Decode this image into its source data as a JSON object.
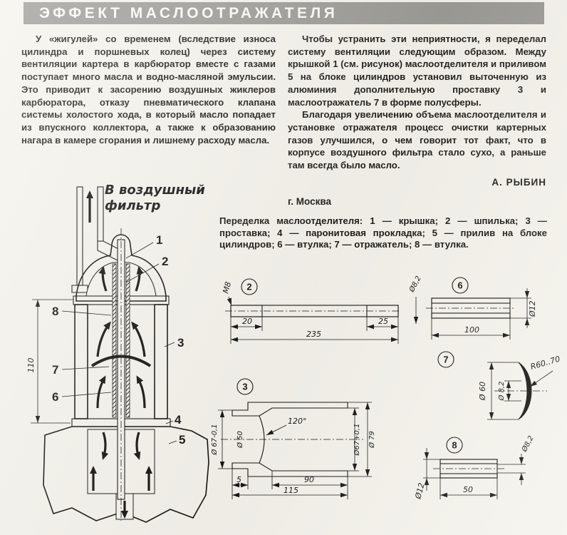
{
  "page": {
    "title": "ЭФФЕКТ МАСЛООТРАЖАТЕЛЯ"
  },
  "article": {
    "left_column": {
      "p1": "У «жигулей» со временем (вследствие износа цилиндра и поршневых колец) через систему вентиляции картера в карбюратор вместе с газами поступает много масла и водно-масляной эмульсии. Это приводит к засорению воздушных жиклеров карбюратора, отказу пневматического клапана системы холостого хода, в который масло попадает из впускного коллектора, а также к образованию нагара в камере сгорания и лишнему расходу масла."
    },
    "right_column": {
      "p1": "Чтобы устранить эти неприятности, я переделал систему вентиляции следующим образом. Между крышкой 1 (см. рисунок) маслоотделителя и приливом 5 на блоке цилиндров установил выточенную из алюминия дополнительную проставку 3 и маслоотражатель 7 в форме полусферы.",
      "p2": "Благодаря увеличению объема маслоотделителя и установке отражателя процесс очистки картерных газов улучшился, о чем говорит тот факт, что в корпусе воздушного фильтра стало сухо, а раньше там всегда было масло.",
      "author": "А. РЫБИН",
      "city": "г. Москва"
    }
  },
  "figure": {
    "caption": "Переделка маслоотделителя: 1 — крышка; 2 — шпилька; 3 — проставка; 4 — паронитовая прокладка; 5 — прилив на блоке цилиндров; 6 — втулка; 7 — отражатель; 8 — втулка.",
    "assembly": {
      "label_line1": "В воздушный",
      "label_line2": "фильтр",
      "dim_height": "110",
      "c1": "1",
      "c2": "2",
      "c3": "3",
      "c4": "4",
      "c5": "5",
      "c6": "6",
      "c7": "7",
      "c8": "8"
    },
    "part2": {
      "num": "2",
      "thread": "М8",
      "dim_left": "20",
      "dim_total": "235",
      "dim_right": "25"
    },
    "part6": {
      "num": "6",
      "dim_bore": "Ø8,2",
      "dim_od": "Ø12",
      "dim_len": "100"
    },
    "part7": {
      "num": "7",
      "dim_od": "Ø 60",
      "dim_hole": "Ø 8,2",
      "dim_radius": "R60..70"
    },
    "part3": {
      "num": "3",
      "dim_od_neck": "Ø 67-0,1",
      "dim_bore50": "Ø 50",
      "dim_angle": "120°",
      "dim_bore67": "Ø67+0,1",
      "dim_od79": "Ø 79",
      "dim_5": "5",
      "dim_90": "90",
      "dim_115": "115"
    },
    "part8": {
      "num": "8",
      "dim_od": "Ø12",
      "dim_bore": "Ø8,2",
      "dim_len": "50"
    }
  }
}
